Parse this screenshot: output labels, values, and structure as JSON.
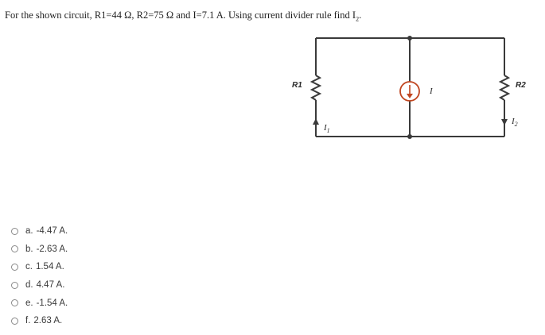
{
  "question": {
    "text": "For the shown circuit, R1=44 Ω, R2=75 Ω and I=7.1 A. Using current divider rule find I",
    "subscript": "2",
    "trailing": "."
  },
  "circuit": {
    "r1_label": "R1",
    "r2_label": "R2",
    "source_label": "I",
    "i1_label": "I",
    "i1_sub": "1",
    "i2_label": "I",
    "i2_sub": "2",
    "source_color": "#c0451f",
    "wire_color": "#3a3a3a"
  },
  "options": [
    {
      "letter": "a.",
      "text": "-4.47 A."
    },
    {
      "letter": "b.",
      "text": "-2.63 A."
    },
    {
      "letter": "c.",
      "text": "1.54 A."
    },
    {
      "letter": "d.",
      "text": "4.47 A."
    },
    {
      "letter": "e.",
      "text": "-1.54 A."
    },
    {
      "letter": "f.",
      "text": "2.63 A."
    }
  ]
}
